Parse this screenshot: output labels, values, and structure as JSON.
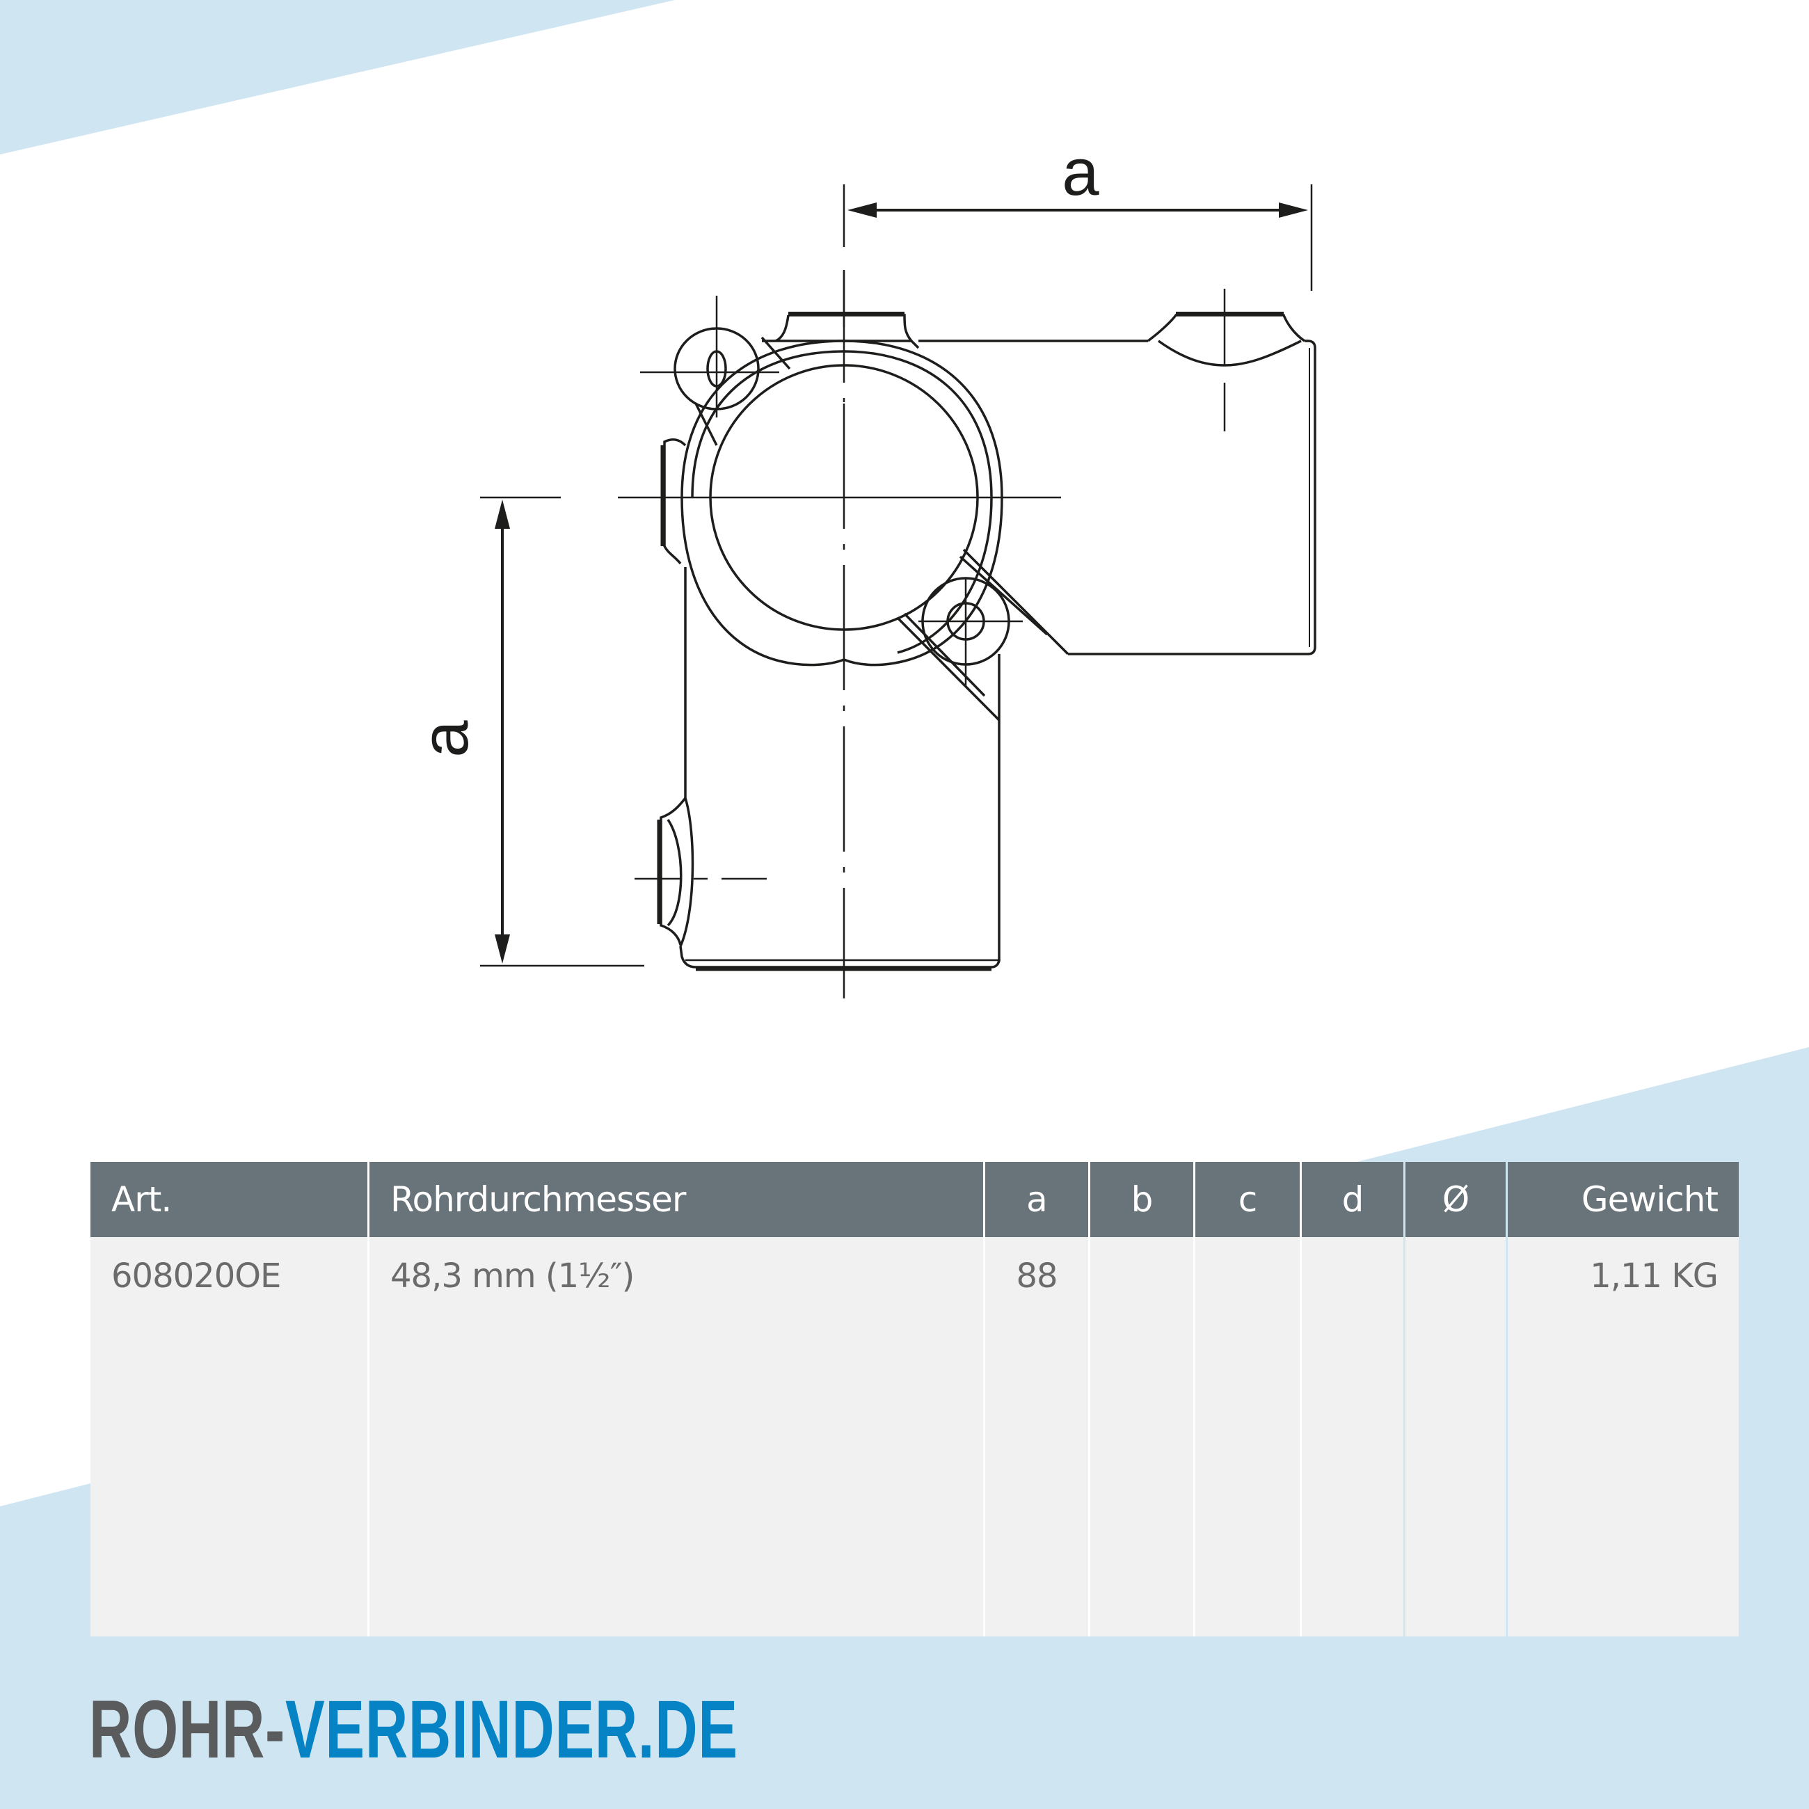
{
  "colors": {
    "background": "#ffffff",
    "accent_light_blue": "#cfe5f2",
    "table_header_bg": "#69737a",
    "table_header_text": "#ffffff",
    "table_body_bg": "#f1f1f1",
    "table_body_text": "#6b6b6b",
    "line_color": "#1d1d1b",
    "brand_dark": "#5a5b5d",
    "brand_blue": "#0583c4"
  },
  "drawing": {
    "title": "Technical drawing – 90° elbow tube clamp fitting (side view)",
    "dimension_horizontal_label": "a",
    "dimension_vertical_label": "a"
  },
  "table": {
    "headers": [
      "Art.",
      "Rohrdurchmesser",
      "a",
      "b",
      "c",
      "d",
      "Ø",
      "Gewicht"
    ],
    "rows": [
      [
        "608020OE",
        "48,3 mm (1½″)",
        "88",
        "",
        "",
        "",
        "",
        "1,11 KG"
      ]
    ]
  },
  "brand": {
    "part1": "ROHR-",
    "part2": "VERBINDER.DE"
  }
}
